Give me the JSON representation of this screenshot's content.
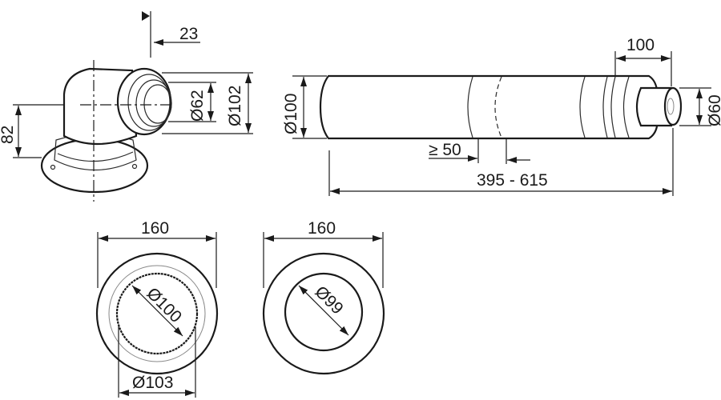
{
  "elbow": {
    "offset_label": "23",
    "inner_diameter_label": "Ø62",
    "outer_diameter_label": "Ø102",
    "height_label": "82"
  },
  "pipe": {
    "outer_diameter_label": "Ø100",
    "inner_diameter_label": "Ø60",
    "spigot_length_label": "100",
    "min_insertion_label": "≥ 50",
    "length_range_label": "395 - 615"
  },
  "wall_rosette_left": {
    "width_label": "160",
    "inner_diameter_label": "Ø100",
    "outer_ring_diameter_label": "Ø103"
  },
  "wall_rosette_right": {
    "width_label": "160",
    "inner_diameter_label": "Ø99"
  },
  "colors": {
    "line": "#1a1a1a",
    "background": "#ffffff"
  }
}
